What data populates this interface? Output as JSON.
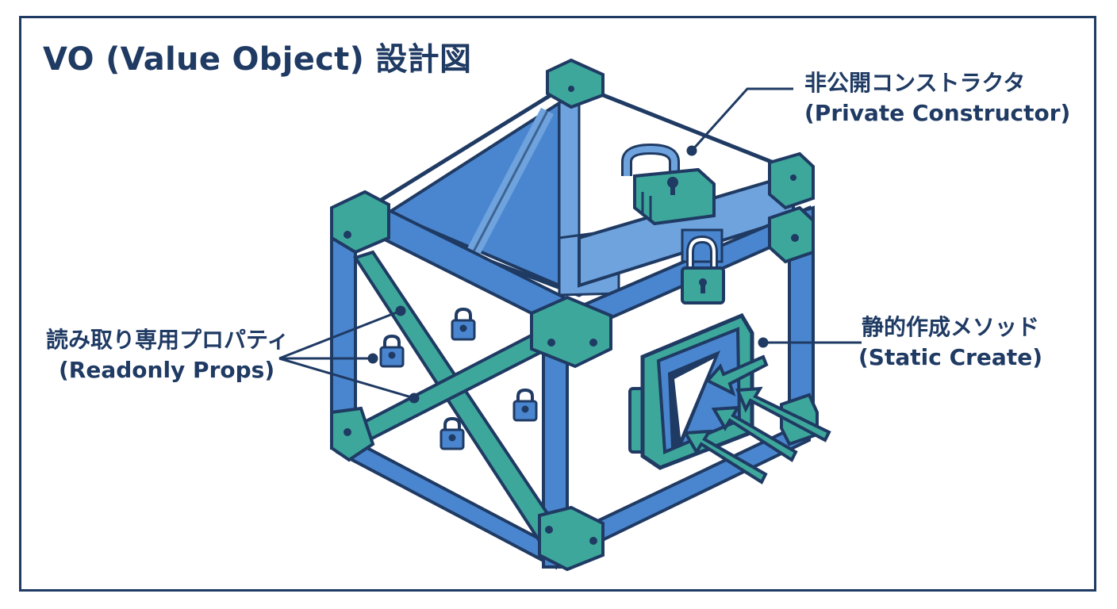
{
  "title": "VO (Value Object) 設計図",
  "callouts": {
    "private_constructor": {
      "line1": "非公開コンストラクタ",
      "line2": "(Private Constructor)"
    },
    "static_create": {
      "line1": "静的作成メソッド",
      "line2": "(Static Create)"
    },
    "readonly_props": {
      "line1": "読み取り専用プロパティ",
      "line2": "(Readonly Props)"
    }
  },
  "colors": {
    "navy": "#1f3a63",
    "blue": "#4a86cf",
    "light_blue": "#6fa3dd",
    "teal": "#3ea79b",
    "white": "#ffffff"
  },
  "icons": [
    "padlock-icon",
    "keyhole-icon",
    "arrow-icon"
  ]
}
